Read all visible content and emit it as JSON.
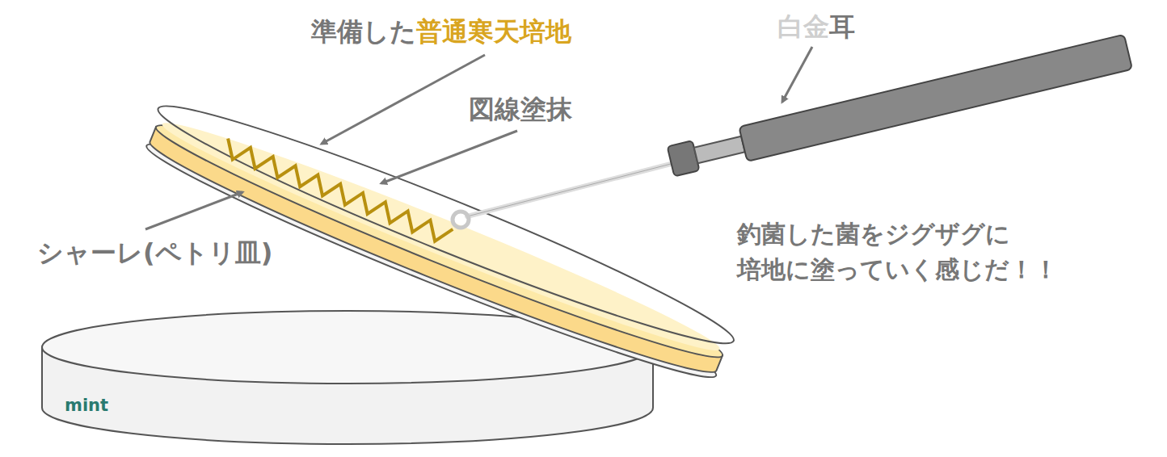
{
  "diagram": {
    "labels": [
      "準備した",
      "普通寒天培地",
      "図線塗抹",
      "白金",
      "耳",
      "シャーレ(ペトリ皿)",
      "釣菌した菌をジグザグに 培地に塗っていく感じだ！！",
      "mint"
    ]
  }
}
